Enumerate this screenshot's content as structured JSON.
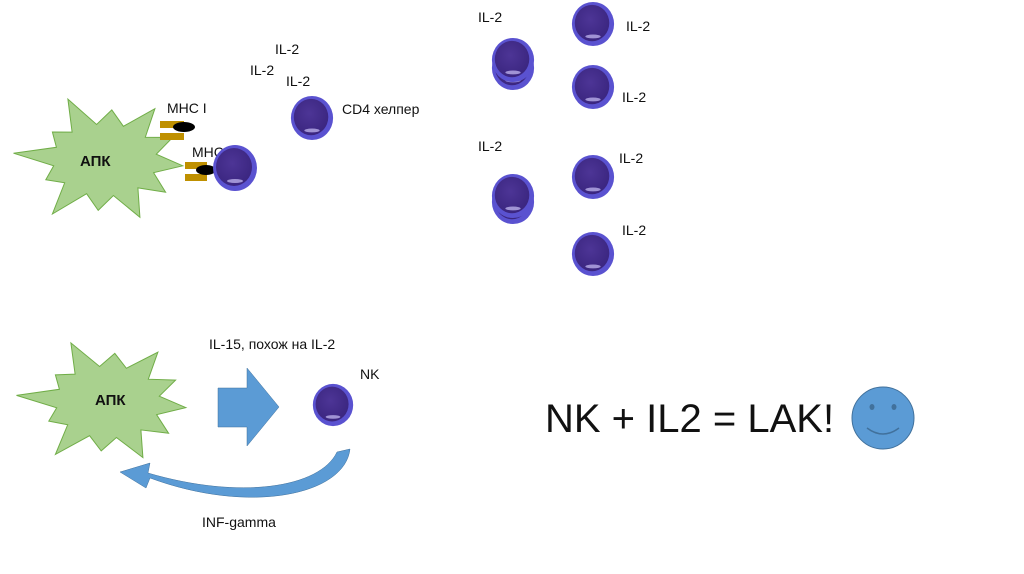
{
  "top": {
    "apc_label": "АПК",
    "mhc1_label": "МНС I",
    "mhc2_label": "МНС",
    "il2_labels": [
      "IL-2",
      "IL-2",
      "IL-2"
    ],
    "cd4_label": "CD4 хелпер"
  },
  "proliferation": {
    "il2_labels": [
      "IL-2",
      "IL-2",
      "IL-2",
      "IL-2",
      "IL-2",
      "IL-2"
    ]
  },
  "bottom": {
    "apc_label": "АПК",
    "il15_label": "IL-15, похож на IL-2",
    "nk_label": "NK",
    "inf_label": "INF-gamma"
  },
  "equation": "NK + IL2 = LAK!",
  "colors": {
    "apc_fill": "#A9D18E",
    "apc_stroke": "#70AD47",
    "cell_rim": "#5B4FC9",
    "cell_core": "#4A2E8C",
    "mhc": "#BF9000",
    "arrow": "#5B9BD5",
    "smiley": "#5B9BD5"
  },
  "icons": {
    "smiley": "smiley-face-icon"
  }
}
